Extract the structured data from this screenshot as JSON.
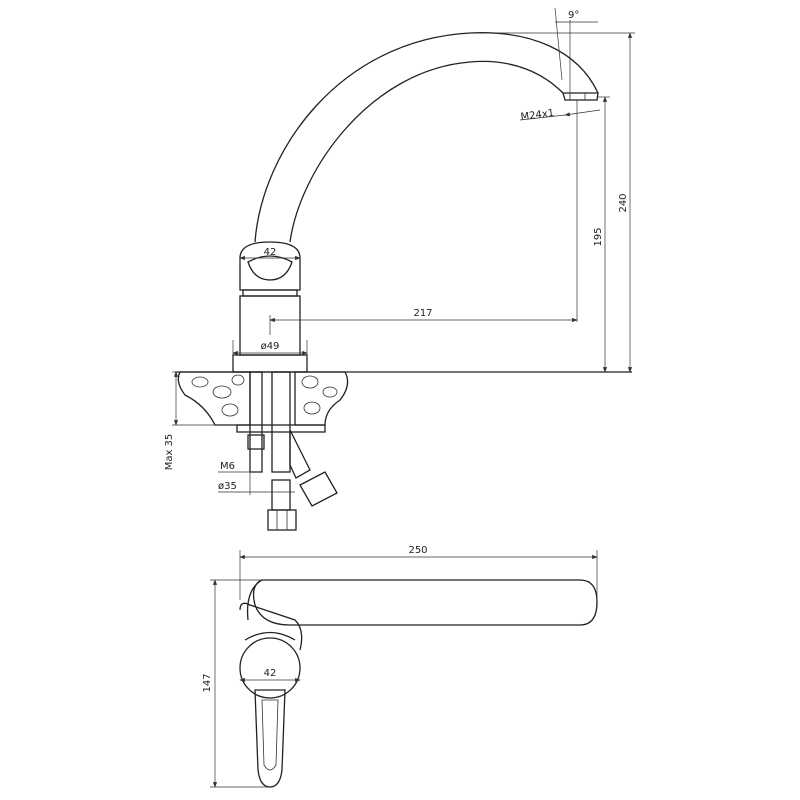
{
  "drawing": {
    "side_view": {
      "angle_label": "9°",
      "thread_label": "M24x1",
      "total_height_label": "240",
      "spout_height_label": "195",
      "body_width_label": "42",
      "reach_label": "217",
      "base_diameter_label": "ø49",
      "max_thickness_label": "Max 35",
      "stud_thread_label": "M6",
      "hole_diameter_label": "ø35"
    },
    "top_view": {
      "length_label": "250",
      "width_label": "147",
      "body_width_label": "42"
    }
  }
}
